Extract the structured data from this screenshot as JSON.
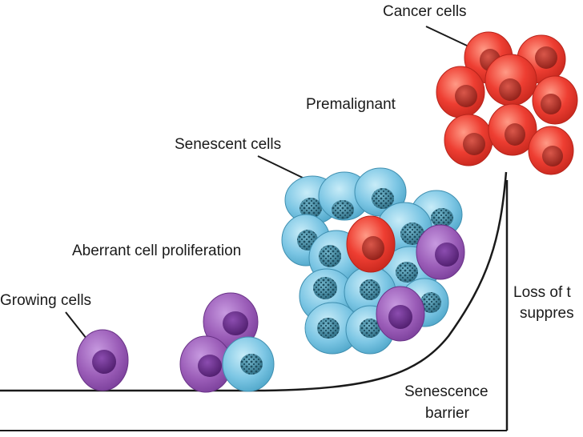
{
  "labels": {
    "cancer_cells": "Cancer cells",
    "premalignant": "Premalignant",
    "senescent_cells": "Senescent cells",
    "aberrant_proliferation": "Aberrant cell proliferation",
    "growing_cells": "Growing cells",
    "loss_of_tumor_line1": "Loss of t",
    "loss_of_tumor_line2": "suppres",
    "senescence_barrier_line1": "Senescence",
    "senescence_barrier_line2": "barrier"
  },
  "colors": {
    "purple_cell": "#9b5db8",
    "purple_nucleus": "#6a2d8c",
    "blue_cell": "#7cc6e4",
    "blue_nucleus_dots": "#2f6f86",
    "red_cell": "#ee3e32",
    "red_nucleus": "#b0281f",
    "curve": "#1a1a1a"
  }
}
